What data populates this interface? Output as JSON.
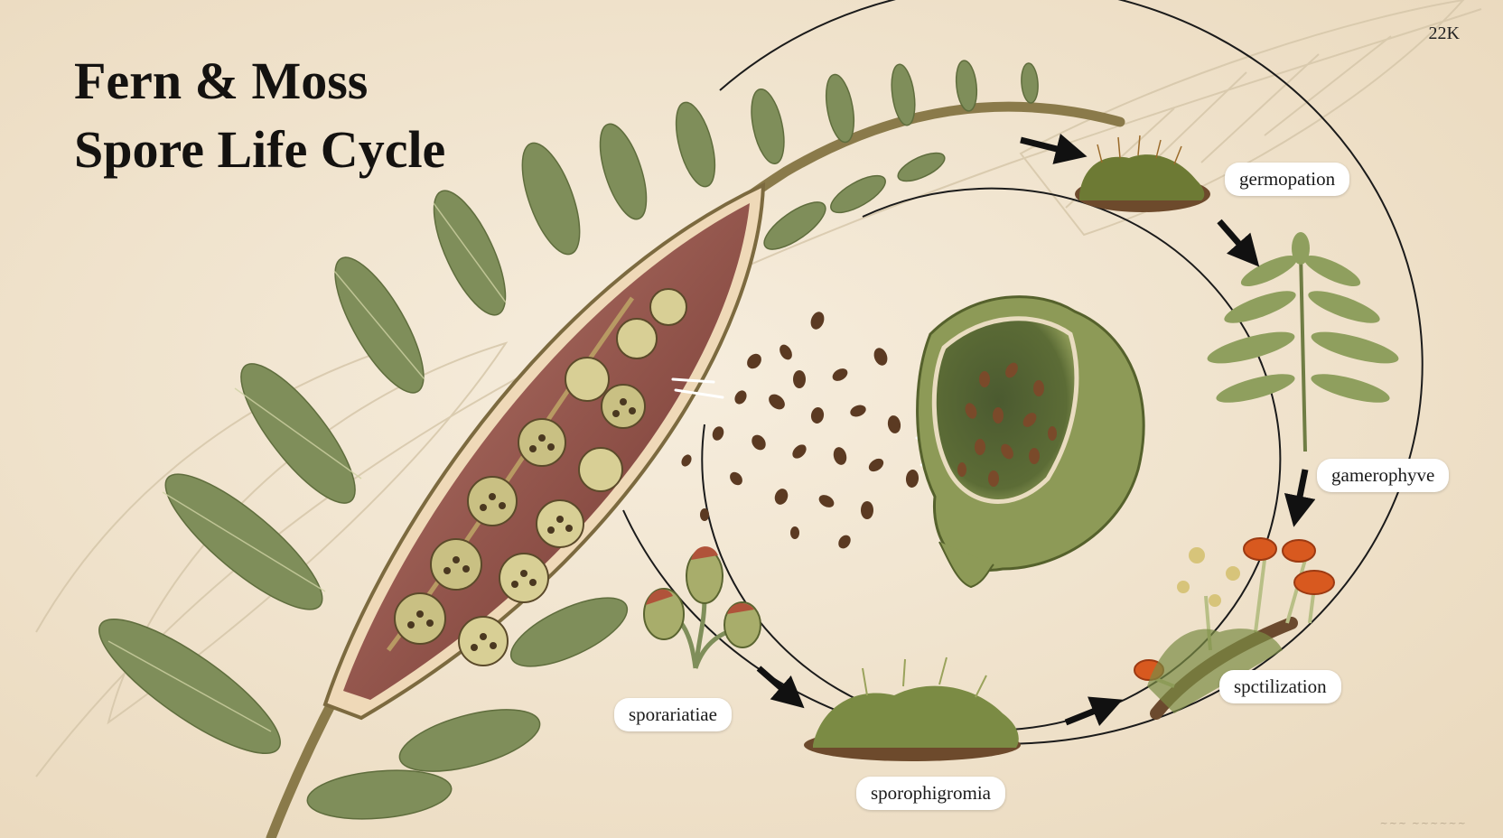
{
  "title": {
    "line1": "Fern & Moss",
    "line2": "Spore Life Cycle"
  },
  "corner_mark": "22K",
  "stage_labels": {
    "germination": "germopation",
    "gametophyte": "gamerophyve",
    "fertilization": "spctilization",
    "sporophyte": "sporophigromia",
    "sporangia": "sporariatiae"
  },
  "colors": {
    "background": "#f2e7d3",
    "frond": "#7f8e5a",
    "frond_vein": "#cfd2a4",
    "sori_pod": "#a9675e",
    "spore": "#5b3a22",
    "moss": "#6d7a34",
    "mushroom_cap": "#d8591f",
    "cycle_line": "#1b1b1b"
  },
  "icons": [
    "fern-frond-icon",
    "moss-clump-icon",
    "spore-capsule-icon",
    "mushroom-icon",
    "arrow-icon"
  ]
}
